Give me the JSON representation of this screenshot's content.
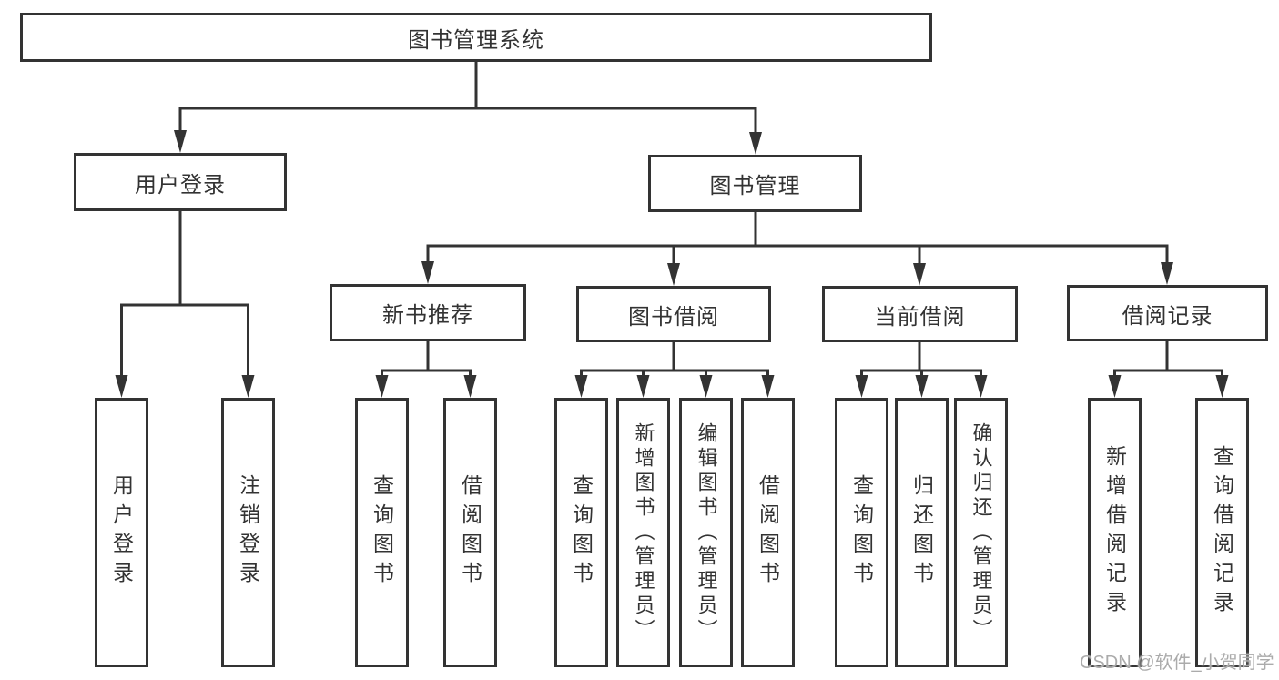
{
  "tree": {
    "root": {
      "label": "图书管理系统",
      "children": [
        {
          "label": "用户登录",
          "children": [
            {
              "label": "用户登录"
            },
            {
              "label": "注销登录"
            }
          ]
        },
        {
          "label": "图书管理",
          "children": [
            {
              "label": "新书推荐",
              "children": [
                {
                  "label": "查询图书"
                },
                {
                  "label": "借阅图书"
                }
              ]
            },
            {
              "label": "图书借阅",
              "children": [
                {
                  "label": "查询图书"
                },
                {
                  "label": "新增图书（管理员）"
                },
                {
                  "label": "编辑图书（管理员）"
                },
                {
                  "label": "借阅图书"
                }
              ]
            },
            {
              "label": "当前借阅",
              "children": [
                {
                  "label": "查询图书"
                },
                {
                  "label": "归还图书"
                },
                {
                  "label": "确认归还（管理员）"
                }
              ]
            },
            {
              "label": "借阅记录",
              "children": [
                {
                  "label": "新增借阅记录"
                },
                {
                  "label": "查询借阅记录"
                }
              ]
            }
          ]
        }
      ]
    }
  },
  "watermark": {
    "text": "CSDN @软件_小贺同学"
  },
  "colors": {
    "line": "#333333",
    "text": "#333333",
    "background": "#ffffff",
    "watermark": "#ababab"
  }
}
